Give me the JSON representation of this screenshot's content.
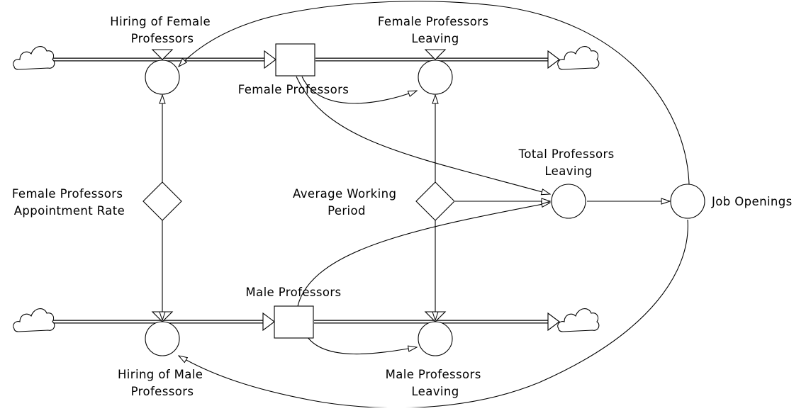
{
  "labels": {
    "hiring_female": [
      "Hiring of Female",
      "Professors"
    ],
    "female_professors": "Female Professors",
    "female_leaving": [
      "Female Professors",
      "Leaving"
    ],
    "appointment_rate": [
      "Female Professors",
      "Appointment Rate"
    ],
    "average_working_period": [
      "Average Working",
      "Period"
    ],
    "total_leaving": [
      "Total Professors",
      "Leaving"
    ],
    "job_openings": "Job Openings",
    "male_professors": "Male Professors",
    "hiring_male": [
      "Hiring of Male",
      "Professors"
    ],
    "male_leaving": [
      "Male Professors",
      "Leaving"
    ]
  },
  "colors": {
    "stroke": "#000000",
    "fill": "#ffffff"
  },
  "icons": {
    "source_sink": "cloud-icon",
    "stock": "rectangle",
    "flow_valve": "circle",
    "converter": "diamond"
  }
}
